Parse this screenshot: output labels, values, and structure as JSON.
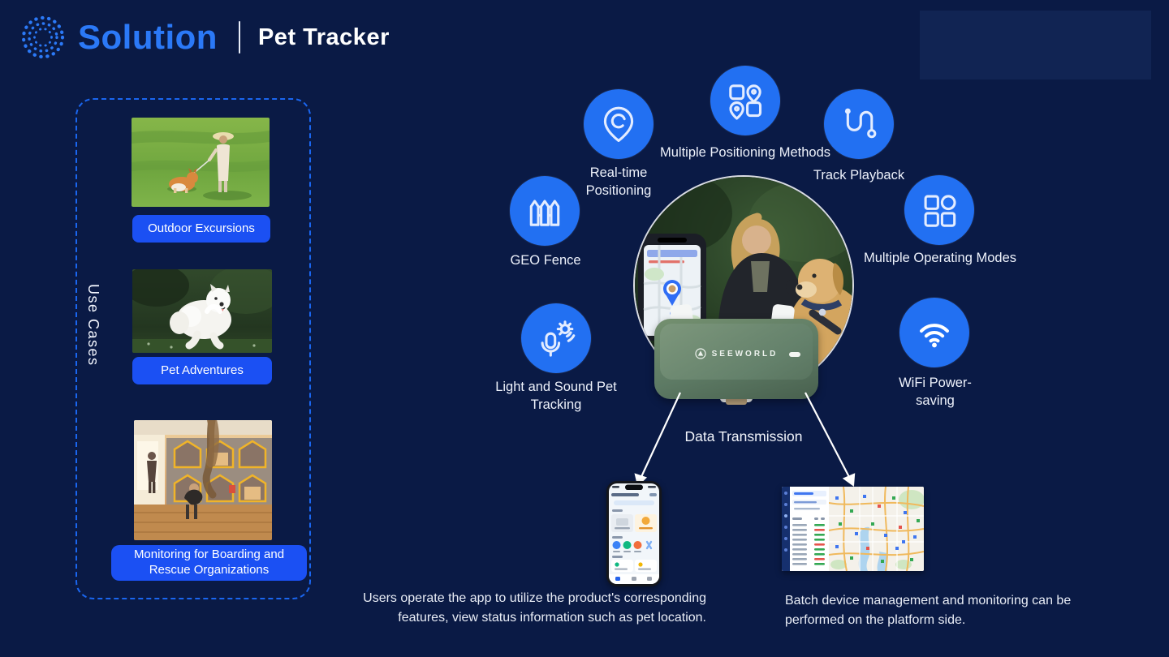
{
  "header": {
    "brand": "Solution",
    "title": "Pet Tracker"
  },
  "use_cases": {
    "section_label": "Use Cases",
    "items": [
      {
        "label": "Outdoor Excursions",
        "image": "woman-walking-corgi-on-grass"
      },
      {
        "label": "Pet Adventures",
        "image": "white-samoyed-dog-running"
      },
      {
        "label": "Monitoring for Boarding and Rescue Organizations",
        "image": "pet-boarding-facility-interior"
      }
    ]
  },
  "features": [
    {
      "id": "realtime-positioning",
      "label": "Real-time Positioning",
      "icon": "location-pin-icon"
    },
    {
      "id": "multiple-positioning-methods",
      "label": "Multiple Positioning Methods",
      "icon": "grid-with-pins-icon"
    },
    {
      "id": "track-playback",
      "label": "Track Playback",
      "icon": "route-path-icon"
    },
    {
      "id": "geo-fence",
      "label": "GEO Fence",
      "icon": "fence-icon"
    },
    {
      "id": "multiple-operating-modes",
      "label": "Multiple Operating Modes",
      "icon": "modes-grid-icon"
    },
    {
      "id": "light-sound-tracking",
      "label": "Light and Sound Pet Tracking",
      "icon": "microphone-light-icon"
    },
    {
      "id": "wifi-power-saving",
      "label": "WiFi Power- saving",
      "icon": "wifi-icon"
    }
  ],
  "hero": {
    "image": "woman-with-dog-and-tracking-app",
    "device_brand": "SEEWORLD"
  },
  "data_transmission": {
    "label": "Data Transmission",
    "targets": [
      {
        "name": "mobile-app",
        "caption": "Users operate the app to utilize the product's corresponding features, view status information such as pet location."
      },
      {
        "name": "web-platform",
        "caption": "Batch device management and monitoring can be performed on the platform side."
      }
    ]
  },
  "colors": {
    "background": "#0a1a45",
    "accent_button_blue": "#1b50f3",
    "feature_circle_blue": "#2270f2",
    "brand_blue": "#2b79f7",
    "device_green": "#5d7a64",
    "text": "#eef2fb"
  }
}
